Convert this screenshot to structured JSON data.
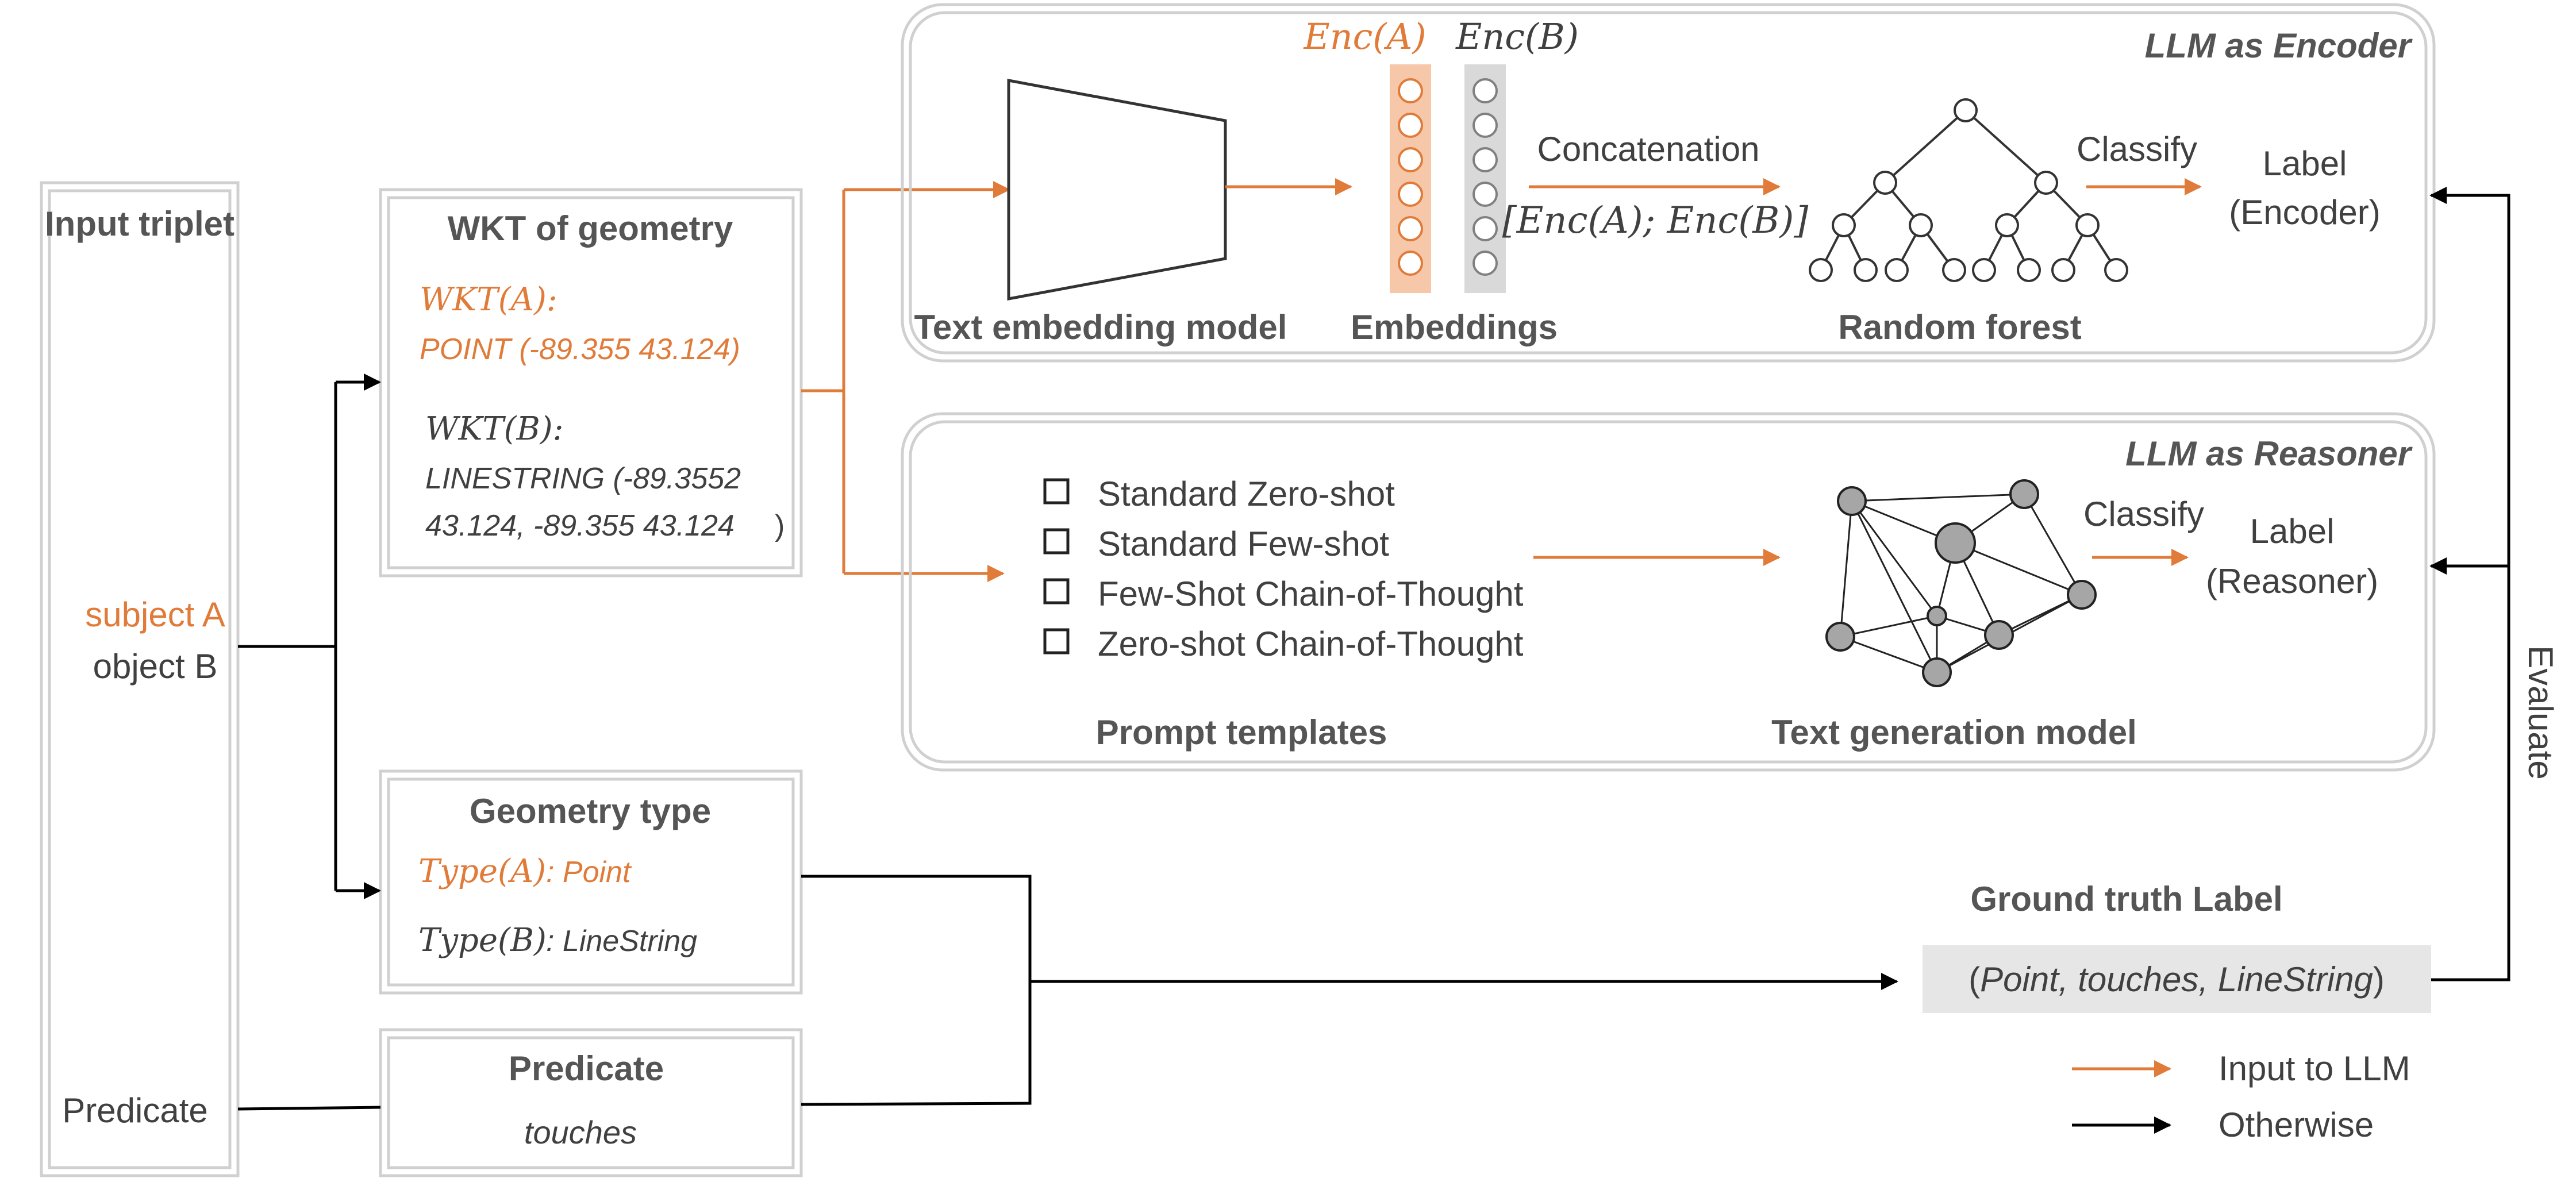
{
  "colors": {
    "orange": "#E07B39",
    "dark_text": "#404040",
    "heading_text": "#555555",
    "box_border": "#d0d0d0",
    "black_arrow": "#000000",
    "ground_truth_bg": "#e6e6e6",
    "enc_a_fill": "#f6c7a8",
    "enc_b_fill": "#d9d9d9",
    "graph_node_fill": "#a6a6a6"
  },
  "input_triplet": {
    "title": "Input triplet",
    "subject": "subject A",
    "object": "object B",
    "predicate": "Predicate"
  },
  "wkt_box": {
    "title": "WKT of geometry",
    "a_label": "WKT(A):",
    "a_value": "POINT (-89.355 43.124)",
    "b_label": "WKT(B):",
    "b_line1": "LINESTRING (-89.3552",
    "b_line2": "43.124, -89.355 43.124",
    "b_close": ")"
  },
  "geometry_type_box": {
    "title": "Geometry type",
    "a_label": "Type(A)",
    "a_value": ": Point",
    "b_label": "Type(B)",
    "b_value": ": LineString"
  },
  "predicate_box": {
    "title": "Predicate",
    "value": "touches"
  },
  "encoder_panel": {
    "title": "LLM as Encoder",
    "enc_a": "Enc(A)",
    "enc_b": "Enc(B)",
    "model_label": "Text embedding model",
    "embeddings_label": "Embeddings",
    "concat_label": "Concatenation",
    "concat_formula": "[Enc(A); Enc(B)]",
    "forest_label": "Random forest",
    "classify_label": "Classify",
    "output_line1": "Label",
    "output_line2": "(Encoder)"
  },
  "reasoner_panel": {
    "title": "LLM as Reasoner",
    "prompt_options": [
      "Standard Zero-shot",
      "Standard Few-shot",
      "Few-Shot Chain-of-Thought",
      "Zero-shot Chain-of-Thought"
    ],
    "prompt_label": "Prompt templates",
    "model_label": "Text generation model",
    "classify_label": "Classify",
    "output_line1": "Label",
    "output_line2": "(Reasoner)"
  },
  "ground_truth": {
    "title": "Ground truth Label",
    "open_paren": "(",
    "value": "Point, touches, LineString",
    "close_paren": ")"
  },
  "evaluate_label": "Evaluate",
  "legend": {
    "input_to_llm": "Input to LLM",
    "otherwise": "Otherwise"
  }
}
